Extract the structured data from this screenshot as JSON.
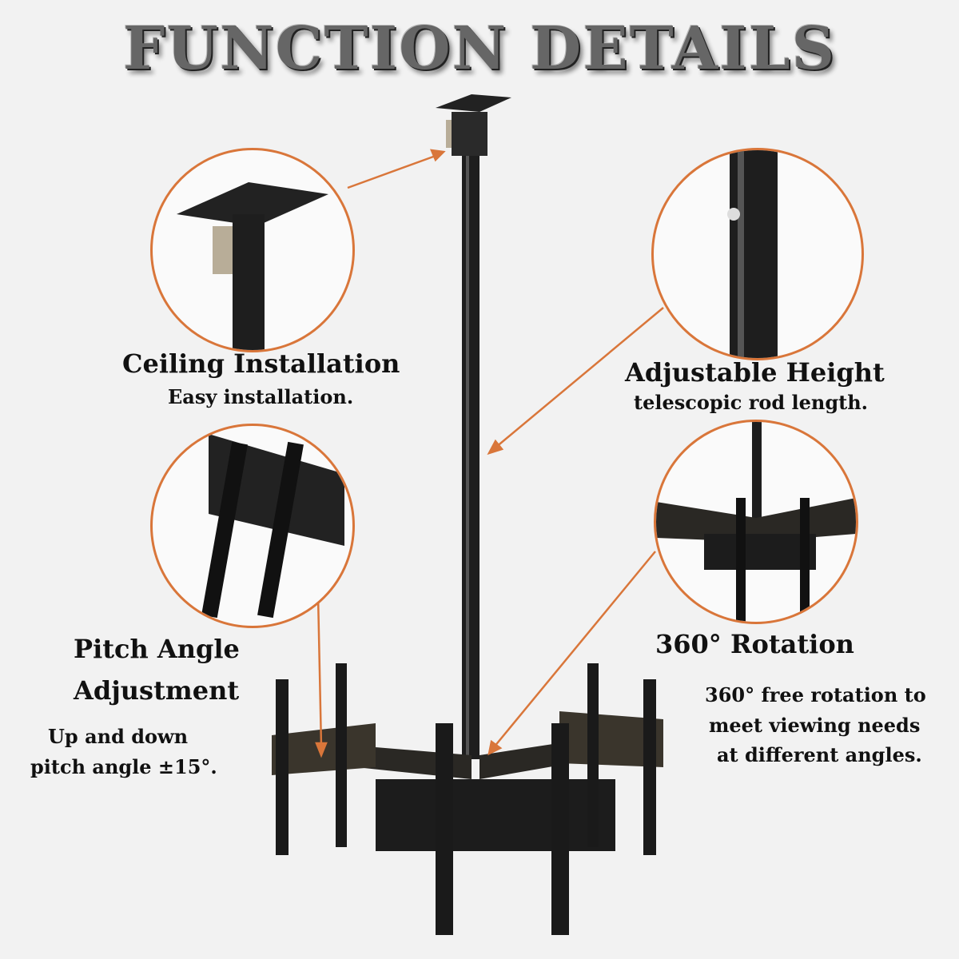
{
  "title": "FUNCTION DETAILS",
  "features": [
    {
      "heading": "Ceiling Installation",
      "desc": [
        "Easy installation."
      ]
    },
    {
      "heading": "Adjustable Height",
      "desc": [
        "telescopic rod length."
      ]
    },
    {
      "heading": [
        "Pitch Angle",
        "Adjustment"
      ],
      "desc": [
        "Up and down",
        "pitch angle ±15°."
      ]
    },
    {
      "heading": "360° Rotation",
      "desc": [
        "360° free rotation to",
        "meet viewing needs",
        "at different angles."
      ]
    }
  ],
  "colors": {
    "accent": "#d9763a",
    "background": "#f2f2f2",
    "metal": "#1a1a1a"
  }
}
